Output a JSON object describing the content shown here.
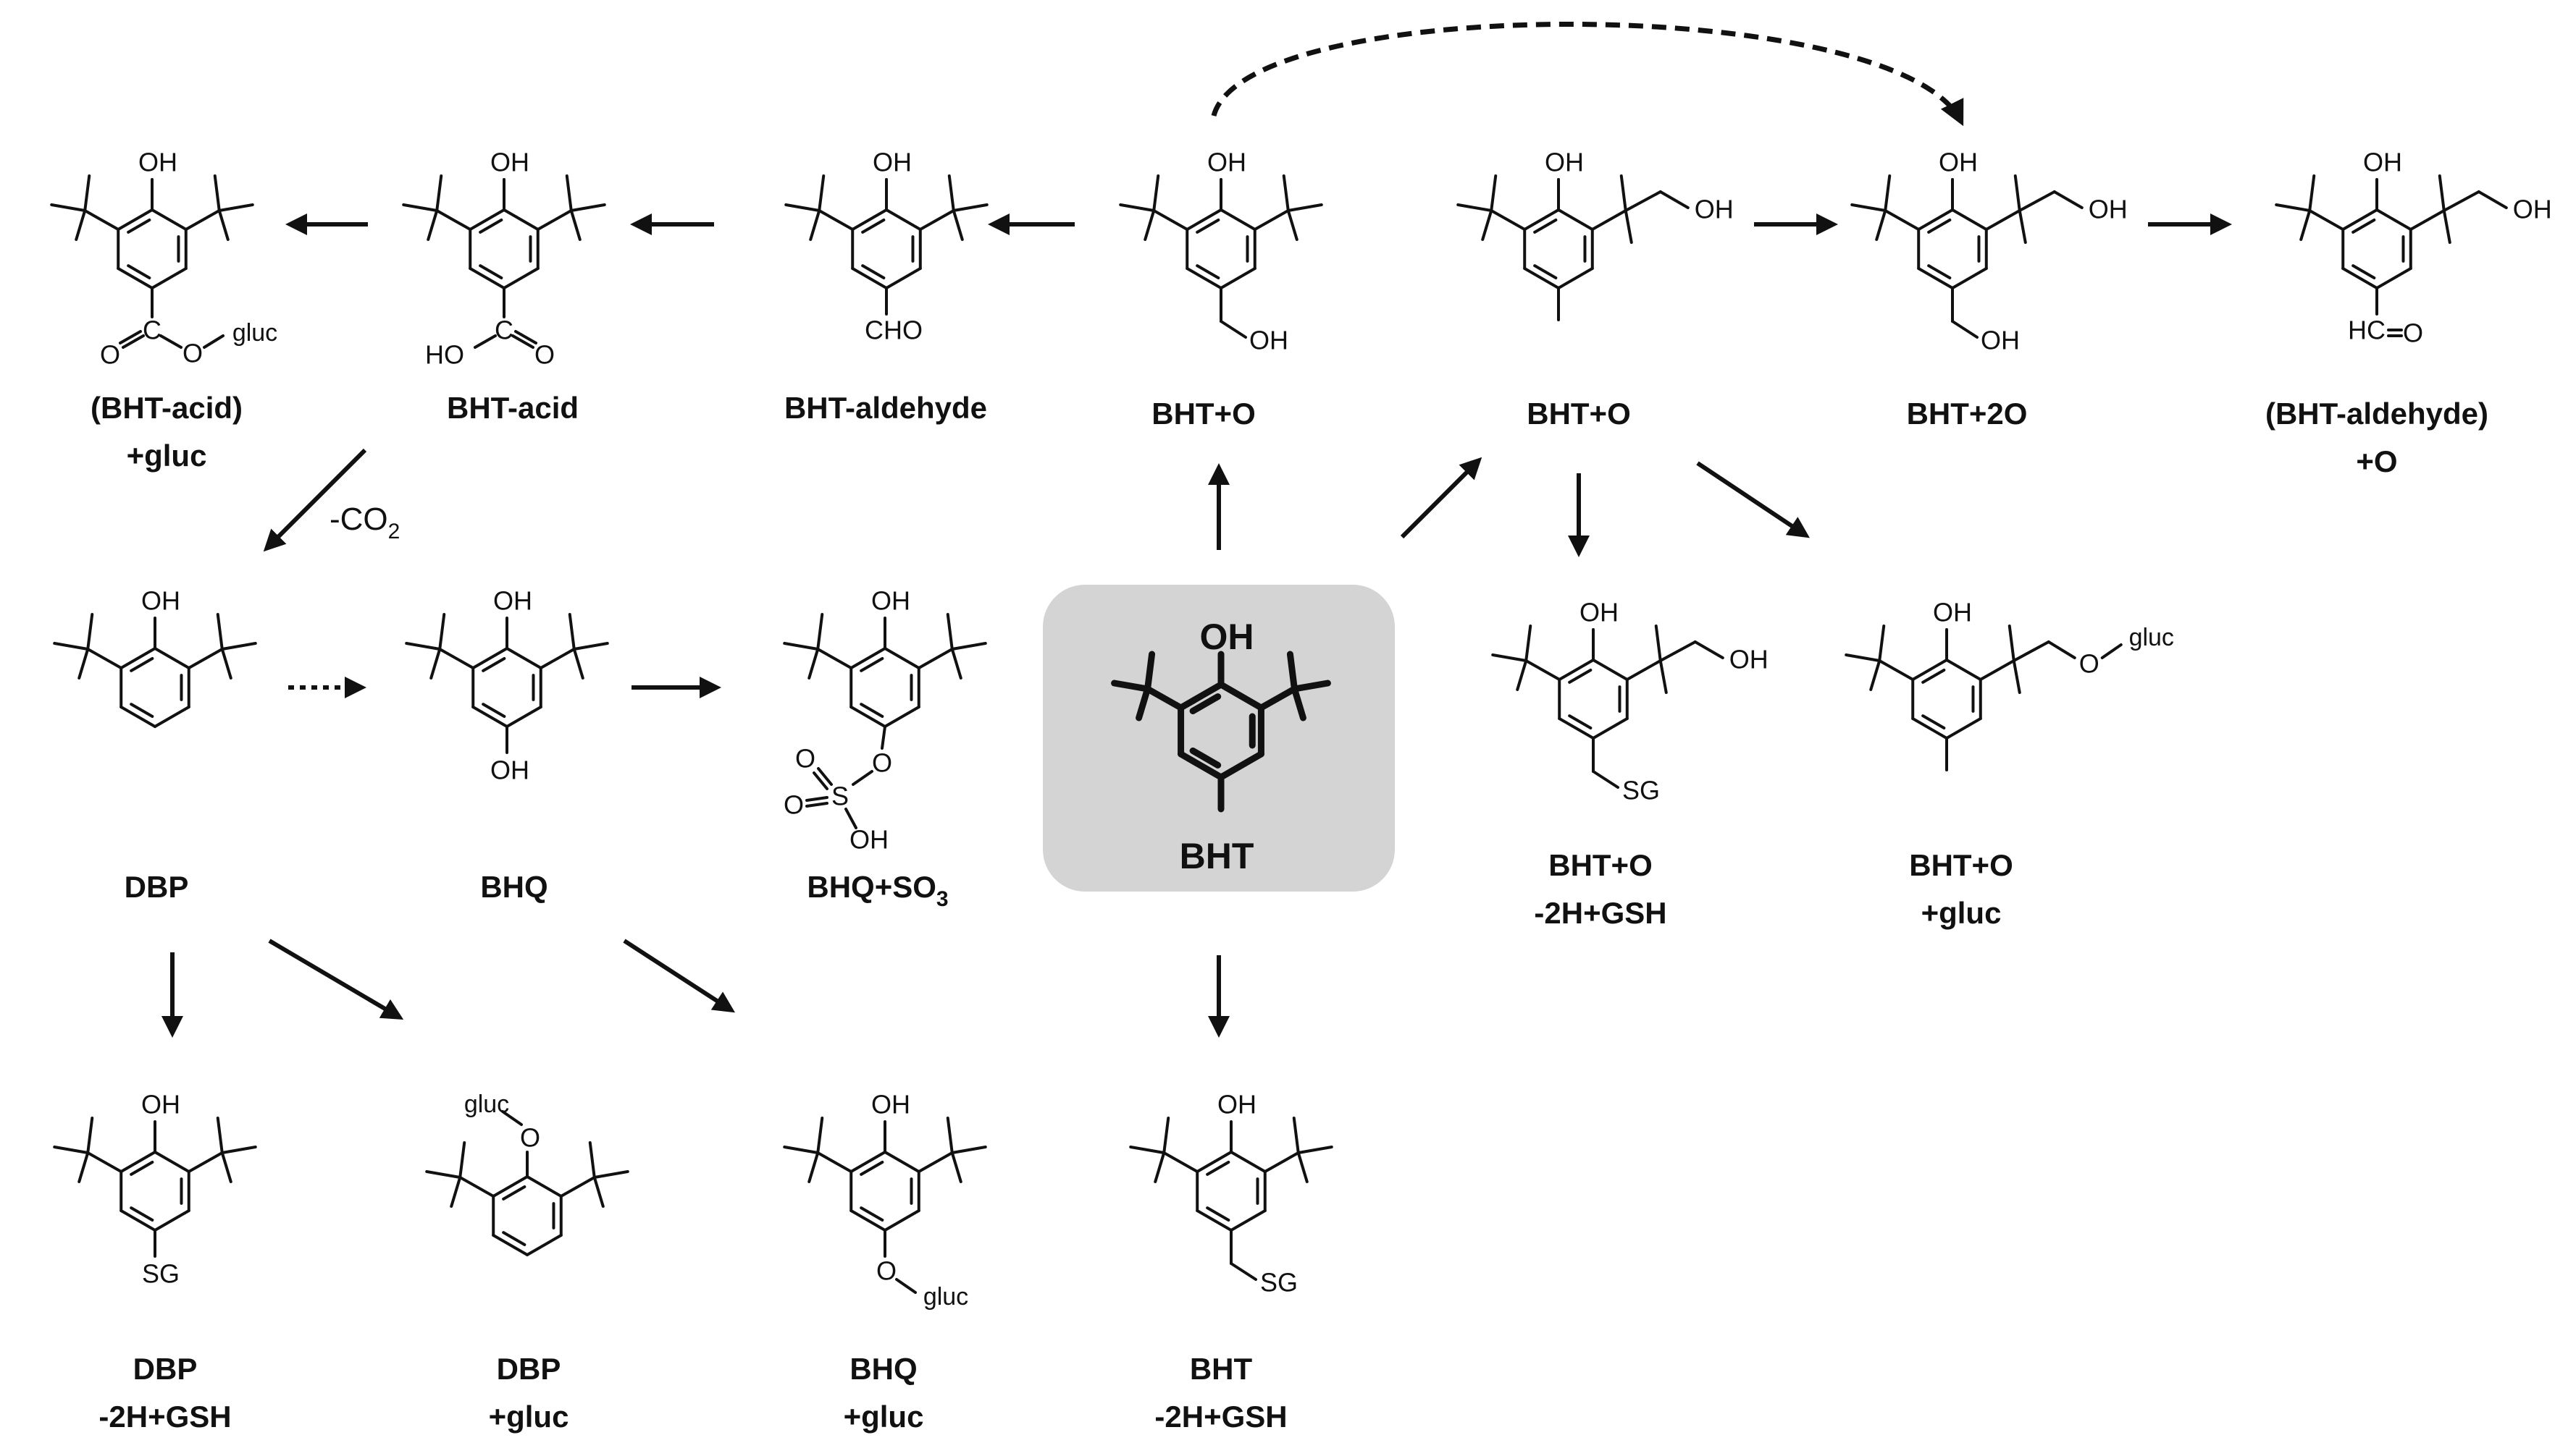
{
  "compounds": {
    "bht": {
      "name": "BHT"
    },
    "bht_acid_gluc": {
      "line1": "(BHT-acid)",
      "line2": "+gluc"
    },
    "bht_acid": {
      "name": "BHT-acid"
    },
    "bht_aldehyde": {
      "name": "BHT-aldehyde"
    },
    "bht_o_alcohol": {
      "name": "BHT+O"
    },
    "bht_o_tbu": {
      "name": "BHT+O"
    },
    "bht_2o": {
      "name": "BHT+2O"
    },
    "bht_aldehyde_o": {
      "line1": "(BHT-aldehyde)",
      "line2": "+O"
    },
    "dbp": {
      "name": "DBP"
    },
    "bhq": {
      "name": "BHQ"
    },
    "bhq_so3": {
      "name": "BHQ+SO",
      "sub": "3"
    },
    "bht_o_gsh": {
      "line1": "BHT+O",
      "line2": "-2H+GSH"
    },
    "bht_o_gluc": {
      "line1": "BHT+O",
      "line2": "+gluc"
    },
    "dbp_gsh": {
      "line1": "DBP",
      "line2": "-2H+GSH"
    },
    "dbp_gluc": {
      "line1": "DBP",
      "line2": "+gluc"
    },
    "bhq_gluc": {
      "line1": "BHQ",
      "line2": "+gluc"
    },
    "bht_gsh": {
      "line1": "BHT",
      "line2": "-2H+GSH"
    }
  },
  "atoms": {
    "oh": "OH",
    "o": "O",
    "c": "C",
    "cho": "CHO",
    "ho": "HO",
    "hc": "HC",
    "sg": "SG",
    "s": "S",
    "gluc": "gluc"
  },
  "arrow_labels": {
    "decarboxylation": "-CO",
    "decarboxylation_sub": "2"
  },
  "colors": {
    "center_box": "#d4d4d4",
    "ink": "#111111"
  }
}
